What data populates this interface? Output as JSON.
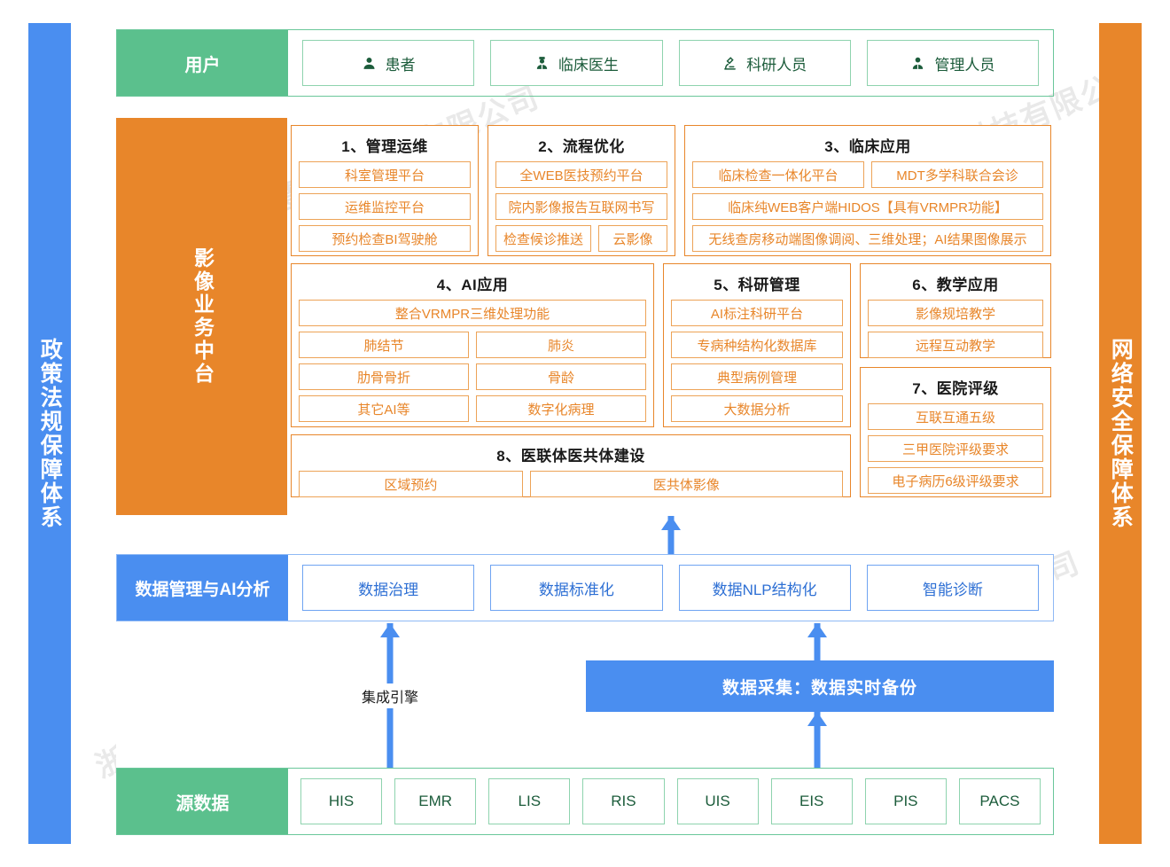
{
  "pillars": {
    "left": "政策法规保障体系",
    "right": "网络安全保障体系",
    "left_color": "#4a8ef0",
    "right_color": "#e8862a"
  },
  "user_row": {
    "label": "用户",
    "color": "#5bc08d",
    "items": [
      {
        "label": "患者",
        "icon": "user-icon"
      },
      {
        "label": "临床医生",
        "icon": "doctor-icon"
      },
      {
        "label": "科研人员",
        "icon": "microscope-icon"
      },
      {
        "label": "管理人员",
        "icon": "admin-user-icon"
      }
    ]
  },
  "middle": {
    "label": "影像业务中台",
    "color": "#e8862a",
    "groups": [
      {
        "title": "1、管理运维",
        "rows": [
          [
            "科室管理平台"
          ],
          [
            "运维监控平台"
          ],
          [
            "预约检查BI驾驶舱"
          ]
        ]
      },
      {
        "title": "2、流程优化",
        "rows": [
          [
            "全WEB医技预约平台"
          ],
          [
            "院内影像报告互联网书写"
          ],
          [
            "检查候诊推送",
            "云影像"
          ]
        ]
      },
      {
        "title": "3、临床应用",
        "rows": [
          [
            "临床检查一体化平台",
            "MDT多学科联合会诊"
          ],
          [
            "临床纯WEB客户端HIDOS【具有VRMPR功能】"
          ],
          [
            "无线查房移动端图像调阅、三维处理；AI结果图像展示"
          ]
        ]
      },
      {
        "title": "4、AI应用",
        "rows": [
          [
            "整合VRMPR三维处理功能"
          ],
          [
            "肺结节",
            "肺炎"
          ],
          [
            "肋骨骨折",
            "骨龄"
          ],
          [
            "其它AI等",
            "数字化病理"
          ]
        ]
      },
      {
        "title": "5、科研管理",
        "rows": [
          [
            "AI标注科研平台"
          ],
          [
            "专病种结构化数据库"
          ],
          [
            "典型病例管理"
          ],
          [
            "大数据分析"
          ]
        ]
      },
      {
        "title": "6、教学应用",
        "rows": [
          [
            "影像规培教学"
          ],
          [
            "远程互动教学"
          ]
        ]
      },
      {
        "title": "7、医院评级",
        "rows": [
          [
            "互联互通五级"
          ],
          [
            "三甲医院评级要求"
          ],
          [
            "电子病历6级评级要求"
          ]
        ]
      },
      {
        "title": "8、医联体医共体建设",
        "rows": [
          [
            "区域预约",
            "医共体影像"
          ]
        ]
      }
    ]
  },
  "data_row": {
    "label": "数据管理与AI分析",
    "color": "#4a8ef0",
    "items": [
      "数据治理",
      "数据标准化",
      "数据NLP结构化",
      "智能诊断"
    ]
  },
  "middle_band": {
    "collect_bar": "数据采集：数据实时备份",
    "engine_label": "集成引擎",
    "arrow_color": "#4a8ef0"
  },
  "source_row": {
    "label": "源数据",
    "color": "#5bc08d",
    "items": [
      "HIS",
      "EMR",
      "LIS",
      "RIS",
      "UIS",
      "EIS",
      "PIS",
      "PACS"
    ]
  },
  "watermarks": [
    "浙江卡易智慧医疗科技有限公司",
    "浙江卡易智慧医疗科技有限公司",
    "浙江卡易智慧医疗科技有限公司",
    "浙江卡易智慧医疗科技有限公司"
  ]
}
